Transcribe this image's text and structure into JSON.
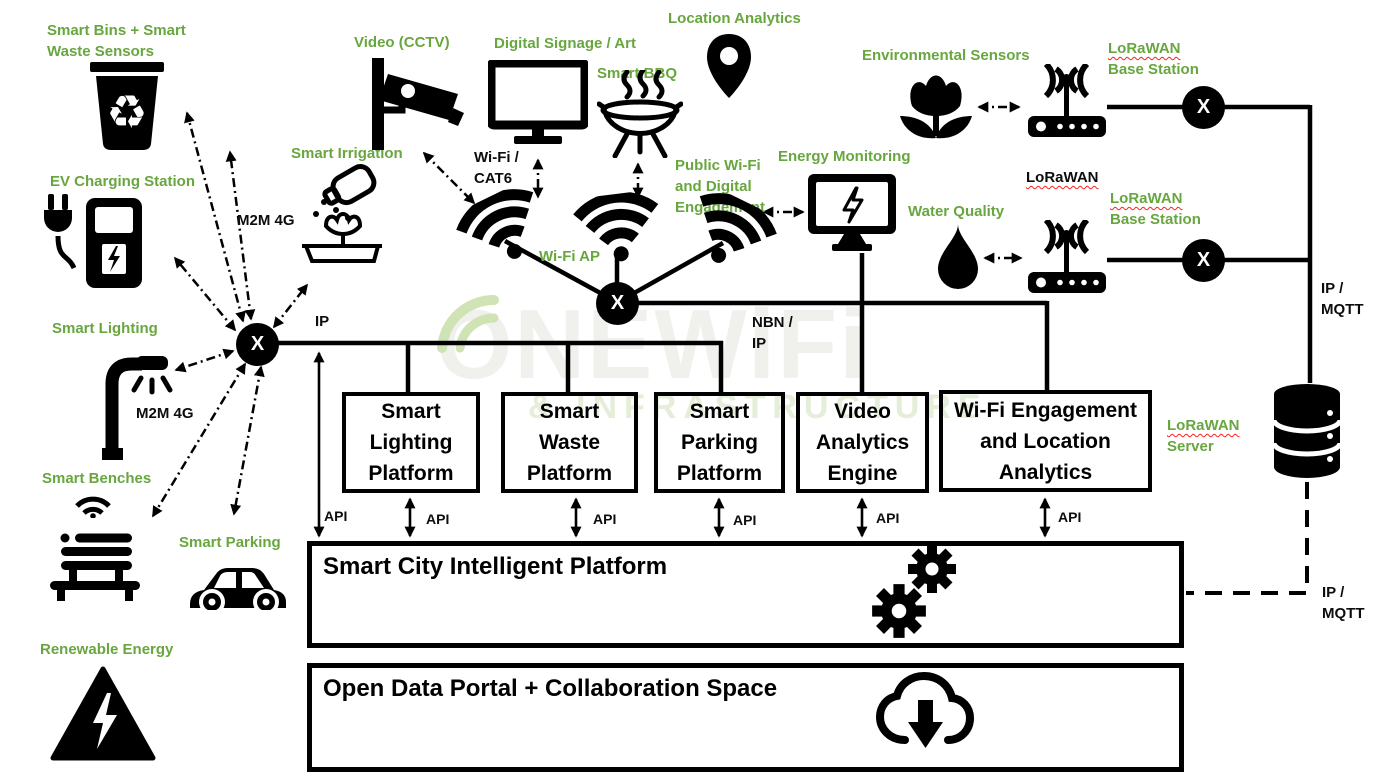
{
  "colors": {
    "label_green": "#68a63f",
    "line_black": "#000000",
    "squiggle_red": "#ff1f1f",
    "watermark_gray": "#f0f0ed",
    "watermark_green": "#e4eed8"
  },
  "watermark": {
    "brand": "ONEWiFi",
    "tagline": "& INFRASTRUCTURE"
  },
  "x_node": "X",
  "api_label": "API",
  "labels": {
    "smart_bins": {
      "line1": "Smart Bins + Smart",
      "line2": "Waste Sensors"
    },
    "ev_charging": {
      "line1": "EV Charging Station"
    },
    "smart_lighting": {
      "line1": "Smart Lighting"
    },
    "smart_benches": {
      "line1": "Smart Benches"
    },
    "renewable_energy": {
      "line1": "Renewable Energy"
    },
    "smart_parking": {
      "line1": "Smart Parking"
    },
    "smart_irrigation": {
      "line1": "Smart Irrigation"
    },
    "video_cctv": {
      "line1": "Video (CCTV)"
    },
    "digital_signage": {
      "line1": "Digital Signage / Art"
    },
    "smart_bbq": {
      "line1": "Smart BBQ"
    },
    "location_analytics": {
      "line1": "Location Analytics"
    },
    "public_wifi": {
      "line1": "Public Wi-Fi",
      "line2": "and Digital",
      "line3": "Engagement"
    },
    "wifi_ap": {
      "line1": "Wi-Fi AP"
    },
    "energy_monitoring": {
      "line1": "Energy Monitoring"
    },
    "environmental_sensors": {
      "line1": "Environmental Sensors"
    },
    "water_quality": {
      "line1": "Water Quality"
    },
    "lorawan_bs1": {
      "line1": "LoRaWAN",
      "line2": "Base Station"
    },
    "lorawan_bs2": {
      "line1": "LoRaWAN",
      "line2": "Base Station"
    },
    "lorawan_server": {
      "line1": "LoRaWAN",
      "line2": "Server"
    },
    "lorawan_plain": {
      "line1": "LoRaWAN"
    },
    "m2m_4g_top": {
      "line1": "M2M 4G"
    },
    "m2m_4g_bottom": {
      "line1": "M2M 4G"
    },
    "ip_left": {
      "line1": "IP"
    },
    "nbn_ip": {
      "line1": "NBN /",
      "line2": "IP"
    },
    "wifi_cat6": {
      "line1": "Wi-Fi /",
      "line2": "CAT6"
    },
    "ip_mqtt_top": {
      "line1": "IP /",
      "line2": "MQTT"
    },
    "ip_mqtt_bottom": {
      "line1": "IP /",
      "line2": "MQTT"
    }
  },
  "boxes": {
    "smart_lighting_platform": "Smart Lighting Platform",
    "smart_waste_platform": "Smart Waste Platform",
    "smart_parking_platform": "Smart Parking Platform",
    "video_analytics_engine": "Video Analytics Engine",
    "wifi_engagement": "Wi-Fi Engagement and Location Analytics",
    "smart_city_platform": "Smart City Intelligent Platform",
    "open_data_portal": "Open Data Portal + Collaboration Space"
  },
  "icons": {
    "recycle_glyph": "♻"
  }
}
